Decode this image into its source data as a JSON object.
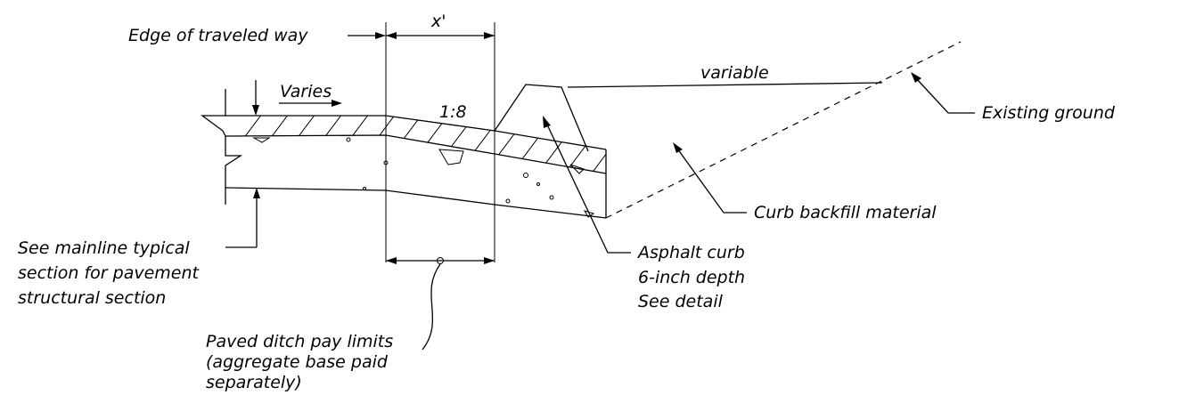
{
  "labels": {
    "edge_of_traveled_way": "Edge of traveled way",
    "x_prime": "x'",
    "varies": "Varies",
    "slope": "1:8",
    "variable": "variable",
    "existing_ground": "Existing ground",
    "curb_backfill": "Curb backfill material",
    "mainline": [
      "See mainline typical",
      "section for pavement",
      "structural section"
    ],
    "asphalt_curb": [
      "Asphalt curb",
      "6-inch depth",
      "See detail"
    ],
    "paved_ditch": [
      "Paved ditch pay limits",
      "(aggregate base paid",
      "separately)"
    ]
  },
  "colors": {
    "line": "#000000",
    "background": "#ffffff"
  }
}
